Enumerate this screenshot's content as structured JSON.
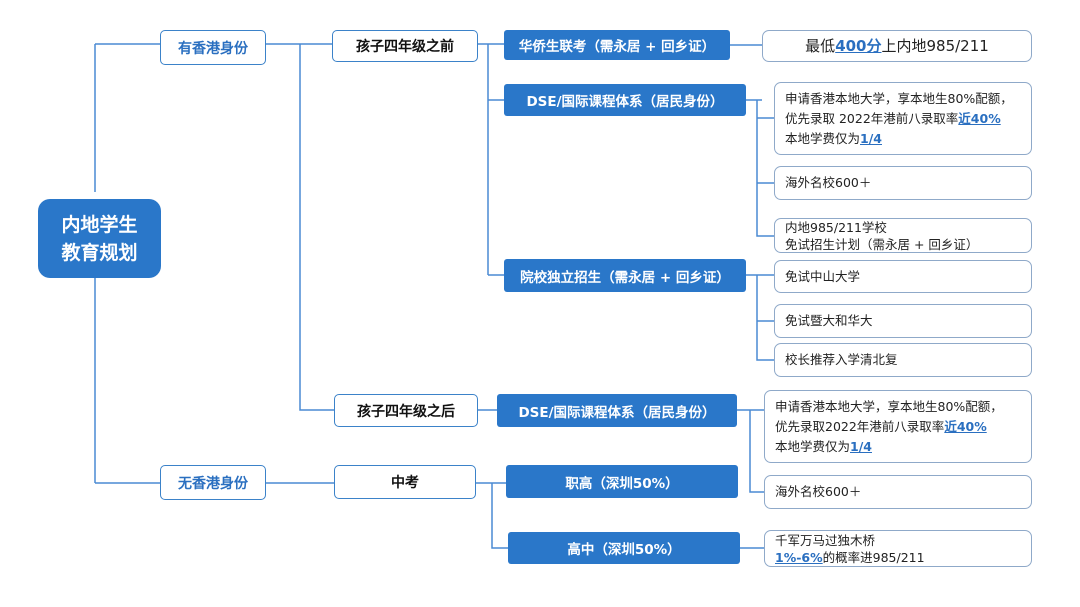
{
  "root": {
    "line1": "内地学生",
    "line2": "教育规划"
  },
  "branches": {
    "hk": "有香港身份",
    "no_hk": "无香港身份"
  },
  "stages": {
    "before": "孩子四年级之前",
    "after": "孩子四年级之后",
    "zhongkao": "中考"
  },
  "paths": {
    "huaqiao": "华侨生联考（需永居 + 回乡证）",
    "dse1": "DSE/国际课程体系（居民身份）",
    "independent": "院校独立招生（需永居 + 回乡证）",
    "dse2": "DSE/国际课程体系（居民身份）",
    "vocational": "职高（深圳50%）",
    "highschool": "高中（深圳50%）"
  },
  "leaves": {
    "huaqiao_score": {
      "pre": "最低",
      "hl": "400分",
      "post": "上内地985/211"
    },
    "dse1_a": {
      "l1": "申请香港本地大学，享本地生80%配额，",
      "l2_pre": "优先录取 2022年港前八录取率",
      "l2_hl": "近40%",
      "l3_pre": "本地学费仅为",
      "l3_hl": "1/4"
    },
    "dse1_b": "海外名校600＋",
    "dse1_c": {
      "l1": "内地985/211学校",
      "l2": "免试招生计划（需永居 + 回乡证）"
    },
    "ind_a": "免试中山大学",
    "ind_b": "免试暨大和华大",
    "ind_c": "校长推荐入学清北复",
    "dse2_a": {
      "l1": "申请香港本地大学，享本地生80%配额，",
      "l2_pre": "优先录取2022年港前八录取率",
      "l2_hl": "近40%",
      "l3_pre": "本地学费仅为",
      "l3_hl": "1/4"
    },
    "dse2_b": "海外名校600＋",
    "hs_a": {
      "l1": "千军万马过独木桥",
      "l2_hl": "1%-6%",
      "l2_post": "的概率进985/211"
    }
  },
  "colors": {
    "primary": "#2a77c9",
    "line": "#4a8ad4",
    "leaf_border": "#8fa9c9"
  }
}
